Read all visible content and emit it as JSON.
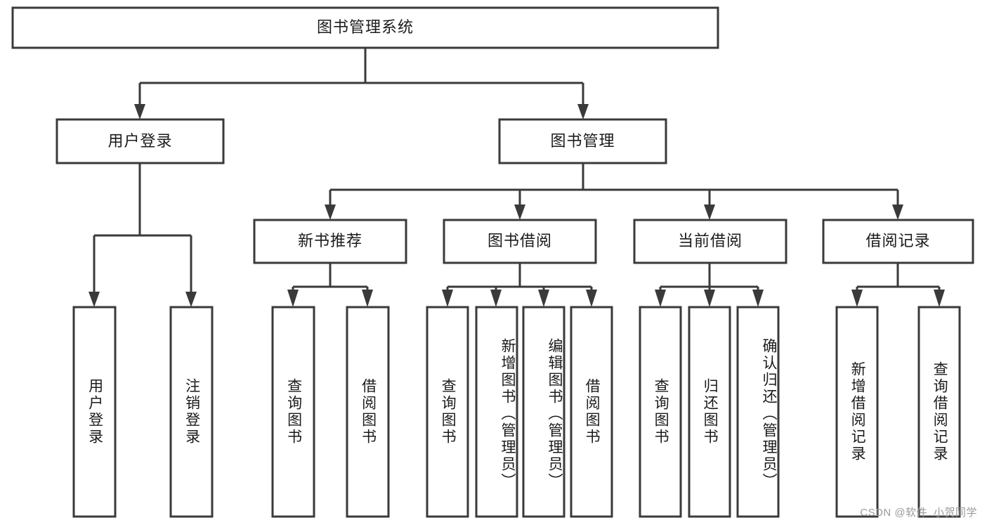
{
  "diagram": {
    "type": "tree-hierarchy",
    "title": "图书管理系统",
    "watermark": "CSDN @软件_小贺同学",
    "colors": {
      "stroke": "#3a3a3a",
      "fill": "#ffffff",
      "text": "#1b1b1b",
      "watermark": "#9a9a9a"
    },
    "levels": {
      "root": "图书管理系统",
      "level1": [
        "用户登录",
        "图书管理"
      ],
      "level2": [
        "新书推荐",
        "图书借阅",
        "当前借阅",
        "借阅记录"
      ]
    },
    "nodes": {
      "root": {
        "label": "图书管理系统",
        "orientation": "horizontal"
      },
      "user_login": {
        "label": "用户登录",
        "orientation": "horizontal"
      },
      "book_manage": {
        "label": "图书管理",
        "orientation": "horizontal"
      },
      "new_book_rec": {
        "label": "新书推荐",
        "orientation": "horizontal"
      },
      "book_borrow": {
        "label": "图书借阅",
        "orientation": "horizontal"
      },
      "current_borrow": {
        "label": "当前借阅",
        "orientation": "horizontal"
      },
      "borrow_record": {
        "label": "借阅记录",
        "orientation": "horizontal"
      },
      "leaf_user_login": {
        "label": "用户登录",
        "orientation": "vertical"
      },
      "leaf_logout": {
        "label": "注销登录",
        "orientation": "vertical"
      },
      "leaf_query_book_a": {
        "label": "查询图书",
        "orientation": "vertical"
      },
      "leaf_borrow_book_a": {
        "label": "借阅图书",
        "orientation": "vertical"
      },
      "leaf_query_book_b": {
        "label": "查询图书",
        "orientation": "vertical"
      },
      "leaf_add_book": {
        "label": "新增图书（管理员）",
        "orientation": "vertical"
      },
      "leaf_edit_book": {
        "label": "编辑图书（管理员）",
        "orientation": "vertical"
      },
      "leaf_borrow_book_b": {
        "label": "借阅图书",
        "orientation": "vertical"
      },
      "leaf_query_book_c": {
        "label": "查询图书",
        "orientation": "vertical"
      },
      "leaf_return_book": {
        "label": "归还图书",
        "orientation": "vertical"
      },
      "leaf_confirm_return": {
        "label": "确认归还（管理员）",
        "orientation": "vertical"
      },
      "leaf_add_record": {
        "label": "新增借阅记录",
        "orientation": "vertical"
      },
      "leaf_query_record": {
        "label": "查询借阅记录",
        "orientation": "vertical"
      }
    },
    "edges": [
      {
        "from": "图书管理系统",
        "to": "用户登录"
      },
      {
        "from": "图书管理系统",
        "to": "图书管理"
      },
      {
        "from": "用户登录",
        "to": "用户登录"
      },
      {
        "from": "用户登录",
        "to": "注销登录"
      },
      {
        "from": "图书管理",
        "to": "新书推荐"
      },
      {
        "from": "图书管理",
        "to": "图书借阅"
      },
      {
        "from": "图书管理",
        "to": "当前借阅"
      },
      {
        "from": "图书管理",
        "to": "借阅记录"
      },
      {
        "from": "新书推荐",
        "to": "查询图书"
      },
      {
        "from": "新书推荐",
        "to": "借阅图书"
      },
      {
        "from": "图书借阅",
        "to": "查询图书"
      },
      {
        "from": "图书借阅",
        "to": "新增图书（管理员）"
      },
      {
        "from": "图书借阅",
        "to": "编辑图书（管理员）"
      },
      {
        "from": "图书借阅",
        "to": "借阅图书"
      },
      {
        "from": "当前借阅",
        "to": "查询图书"
      },
      {
        "from": "当前借阅",
        "to": "归还图书"
      },
      {
        "from": "当前借阅",
        "to": "确认归还（管理员）"
      },
      {
        "from": "借阅记录",
        "to": "新增借阅记录"
      },
      {
        "from": "借阅记录",
        "to": "查询借阅记录"
      }
    ]
  }
}
